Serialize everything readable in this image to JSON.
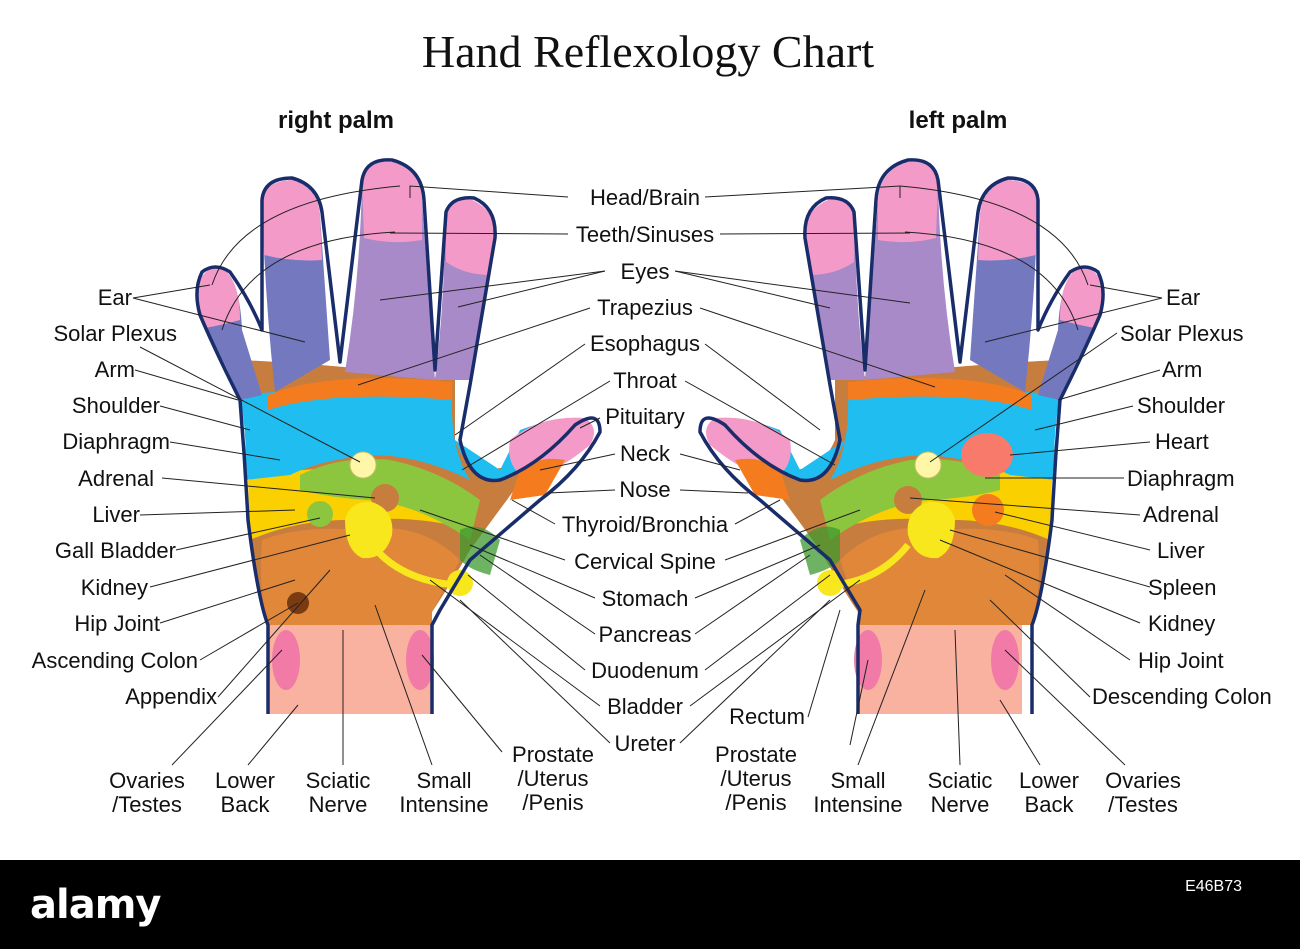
{
  "title": "Hand Reflexology Chart",
  "right_palm_label": "right palm",
  "left_palm_label": "left palm",
  "center_labels": [
    "Head/Brain",
    "Teeth/Sinuses",
    "Eyes",
    "Trapezius",
    "Esophagus",
    "Throat",
    "Pituitary",
    "Neck",
    "Nose",
    "Thyroid/Bronchia",
    "Cervical Spine",
    "Stomach",
    "Pancreas",
    "Duodenum",
    "Bladder",
    "Ureter"
  ],
  "right_side_labels": [
    "Ear",
    "Solar Plexus",
    "Arm",
    "Shoulder",
    "Diaphragm",
    "Adrenal",
    "Liver",
    "Gall Bladder",
    "Kidney",
    "Hip Joint",
    "Ascending Colon",
    "Appendix"
  ],
  "left_side_labels": [
    "Ear",
    "Solar Plexus",
    "Arm",
    "Shoulder",
    "Heart",
    "Diaphragm",
    "Adrenal",
    "Liver",
    "Spleen",
    "Kidney",
    "Hip Joint",
    "Descending Colon"
  ],
  "rectum_label": "Rectum",
  "bottom_right_palm": [
    [
      "Ovaries",
      "/Testes"
    ],
    [
      "Lower",
      "Back"
    ],
    [
      "Sciatic",
      "Nerve"
    ],
    [
      "Small",
      "Intensine"
    ],
    [
      "Prostate",
      "/Uterus",
      "/Penis"
    ]
  ],
  "bottom_left_palm": [
    [
      "Prostate",
      "/Uterus",
      "/Penis"
    ],
    [
      "Small",
      "Intensine"
    ],
    [
      "Sciatic",
      "Nerve"
    ],
    [
      "Lower",
      "Back"
    ],
    [
      "Ovaries",
      "/Testes"
    ]
  ],
  "watermark": {
    "brand": "alamy",
    "image_id": "E46B73"
  },
  "colors": {
    "fingertip": "#f49ac8",
    "fingertip_band": "#e868a8",
    "finger_blue": "#7478bf",
    "finger_purple": "#a98ac8",
    "palm_cyan": "#20bdf0",
    "palm_orange": "#f47c1e",
    "palm_green": "#8cc63f",
    "palm_yellow": "#fbd000",
    "palm_brown": "#c77d3e",
    "palm_darkbrown": "#8b4a1e",
    "wrist_pink": "#f9b1a0",
    "wrist_spot": "#f27aa6",
    "outline": "#1a2d6b"
  }
}
